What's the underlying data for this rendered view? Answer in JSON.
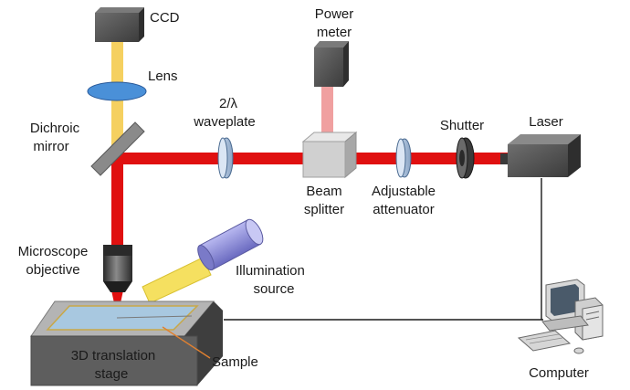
{
  "labels": {
    "ccd": "CCD",
    "lens": "Lens",
    "power_meter_1": "Power",
    "power_meter_2": "meter",
    "dichroic_1": "Dichroic",
    "dichroic_2": "mirror",
    "waveplate_1": "2/λ",
    "waveplate_2": "waveplate",
    "shutter": "Shutter",
    "laser": "Laser",
    "beam_splitter_1": "Beam",
    "beam_splitter_2": "splitter",
    "attenuator_1": "Adjustable",
    "attenuator_2": "attenuator",
    "objective_1": "Microscope",
    "objective_2": "objective",
    "illumination_1": "Illumination",
    "illumination_2": "source",
    "stage_1": "3D translation",
    "stage_2": "stage",
    "sample": "Sample",
    "computer": "Computer"
  },
  "colors": {
    "laser_beam": "#e01010",
    "reflected_beam": "#f0a0a0",
    "imaging_beam": "#f5d060",
    "illumination_cone": "#f5e060",
    "illumination_body": "#8a8ad8",
    "lens_fill": "#4a90d8",
    "device_dark": "#4a4a4a",
    "stage_body": "#5a5a5a",
    "sample_surface": "#a8c8e0"
  }
}
